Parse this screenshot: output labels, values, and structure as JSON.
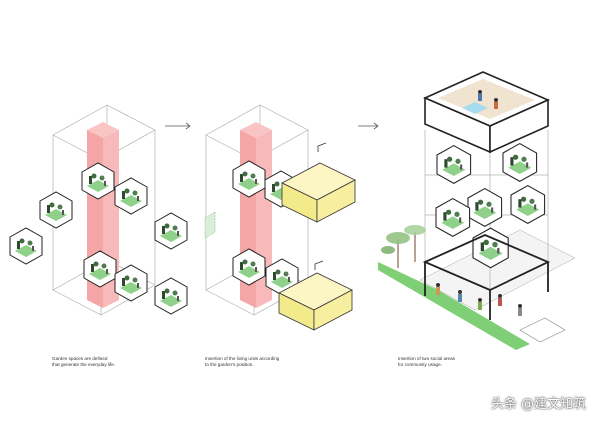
{
  "captions": {
    "step1": [
      "Garden spaces are defined",
      "that generate the everyday life."
    ],
    "step2": [
      "Insertion of the living units according",
      "to the garden's position."
    ],
    "step3": [
      "Insertion of two social areas",
      "for community usage."
    ]
  },
  "watermark": "头条 @建文知筑",
  "colors": {
    "core": "#f4a6a6",
    "unit_yellow": "#f6ef9e",
    "garden_green": "#7ec97a",
    "lines": "#9a9a9a"
  }
}
